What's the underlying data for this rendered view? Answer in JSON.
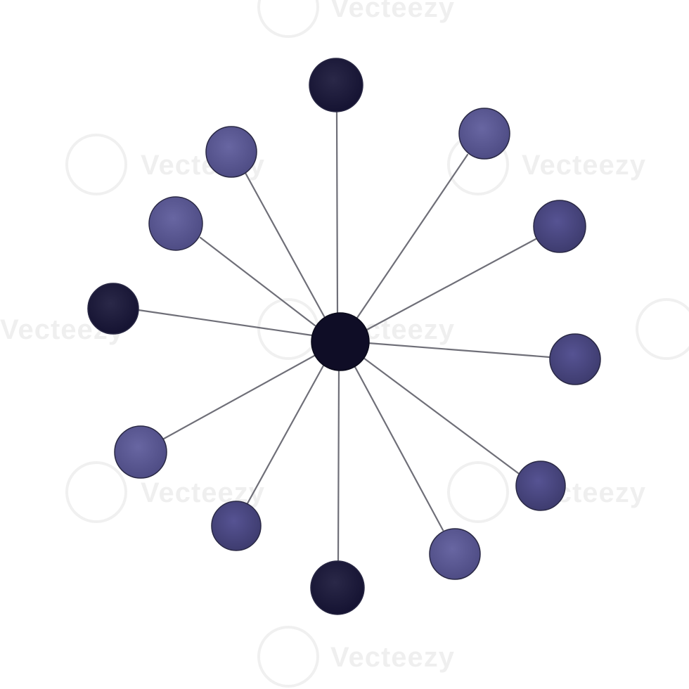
{
  "watermark": {
    "text": "Vecteezy"
  },
  "diagram": {
    "type": "radial-hub-and-spoke",
    "spoke_count": 12,
    "colors": {
      "hub": "#0f0d26",
      "dark_node": "#1a1836",
      "medium_node": "#47447c",
      "light_node": "#5a5890",
      "spoke_line": "#6f6f78",
      "background": "#ffffff"
    },
    "nodes": [
      {
        "id": "top",
        "tone": "dark"
      },
      {
        "id": "top-right",
        "tone": "light"
      },
      {
        "id": "right-upper",
        "tone": "medium"
      },
      {
        "id": "right",
        "tone": "medium"
      },
      {
        "id": "right-lower",
        "tone": "medium"
      },
      {
        "id": "bottom-right",
        "tone": "light"
      },
      {
        "id": "bottom",
        "tone": "dark"
      },
      {
        "id": "bottom-left",
        "tone": "medium"
      },
      {
        "id": "left-lower",
        "tone": "light"
      },
      {
        "id": "left",
        "tone": "dark"
      },
      {
        "id": "left-upper",
        "tone": "light"
      },
      {
        "id": "top-left",
        "tone": "light"
      }
    ]
  }
}
